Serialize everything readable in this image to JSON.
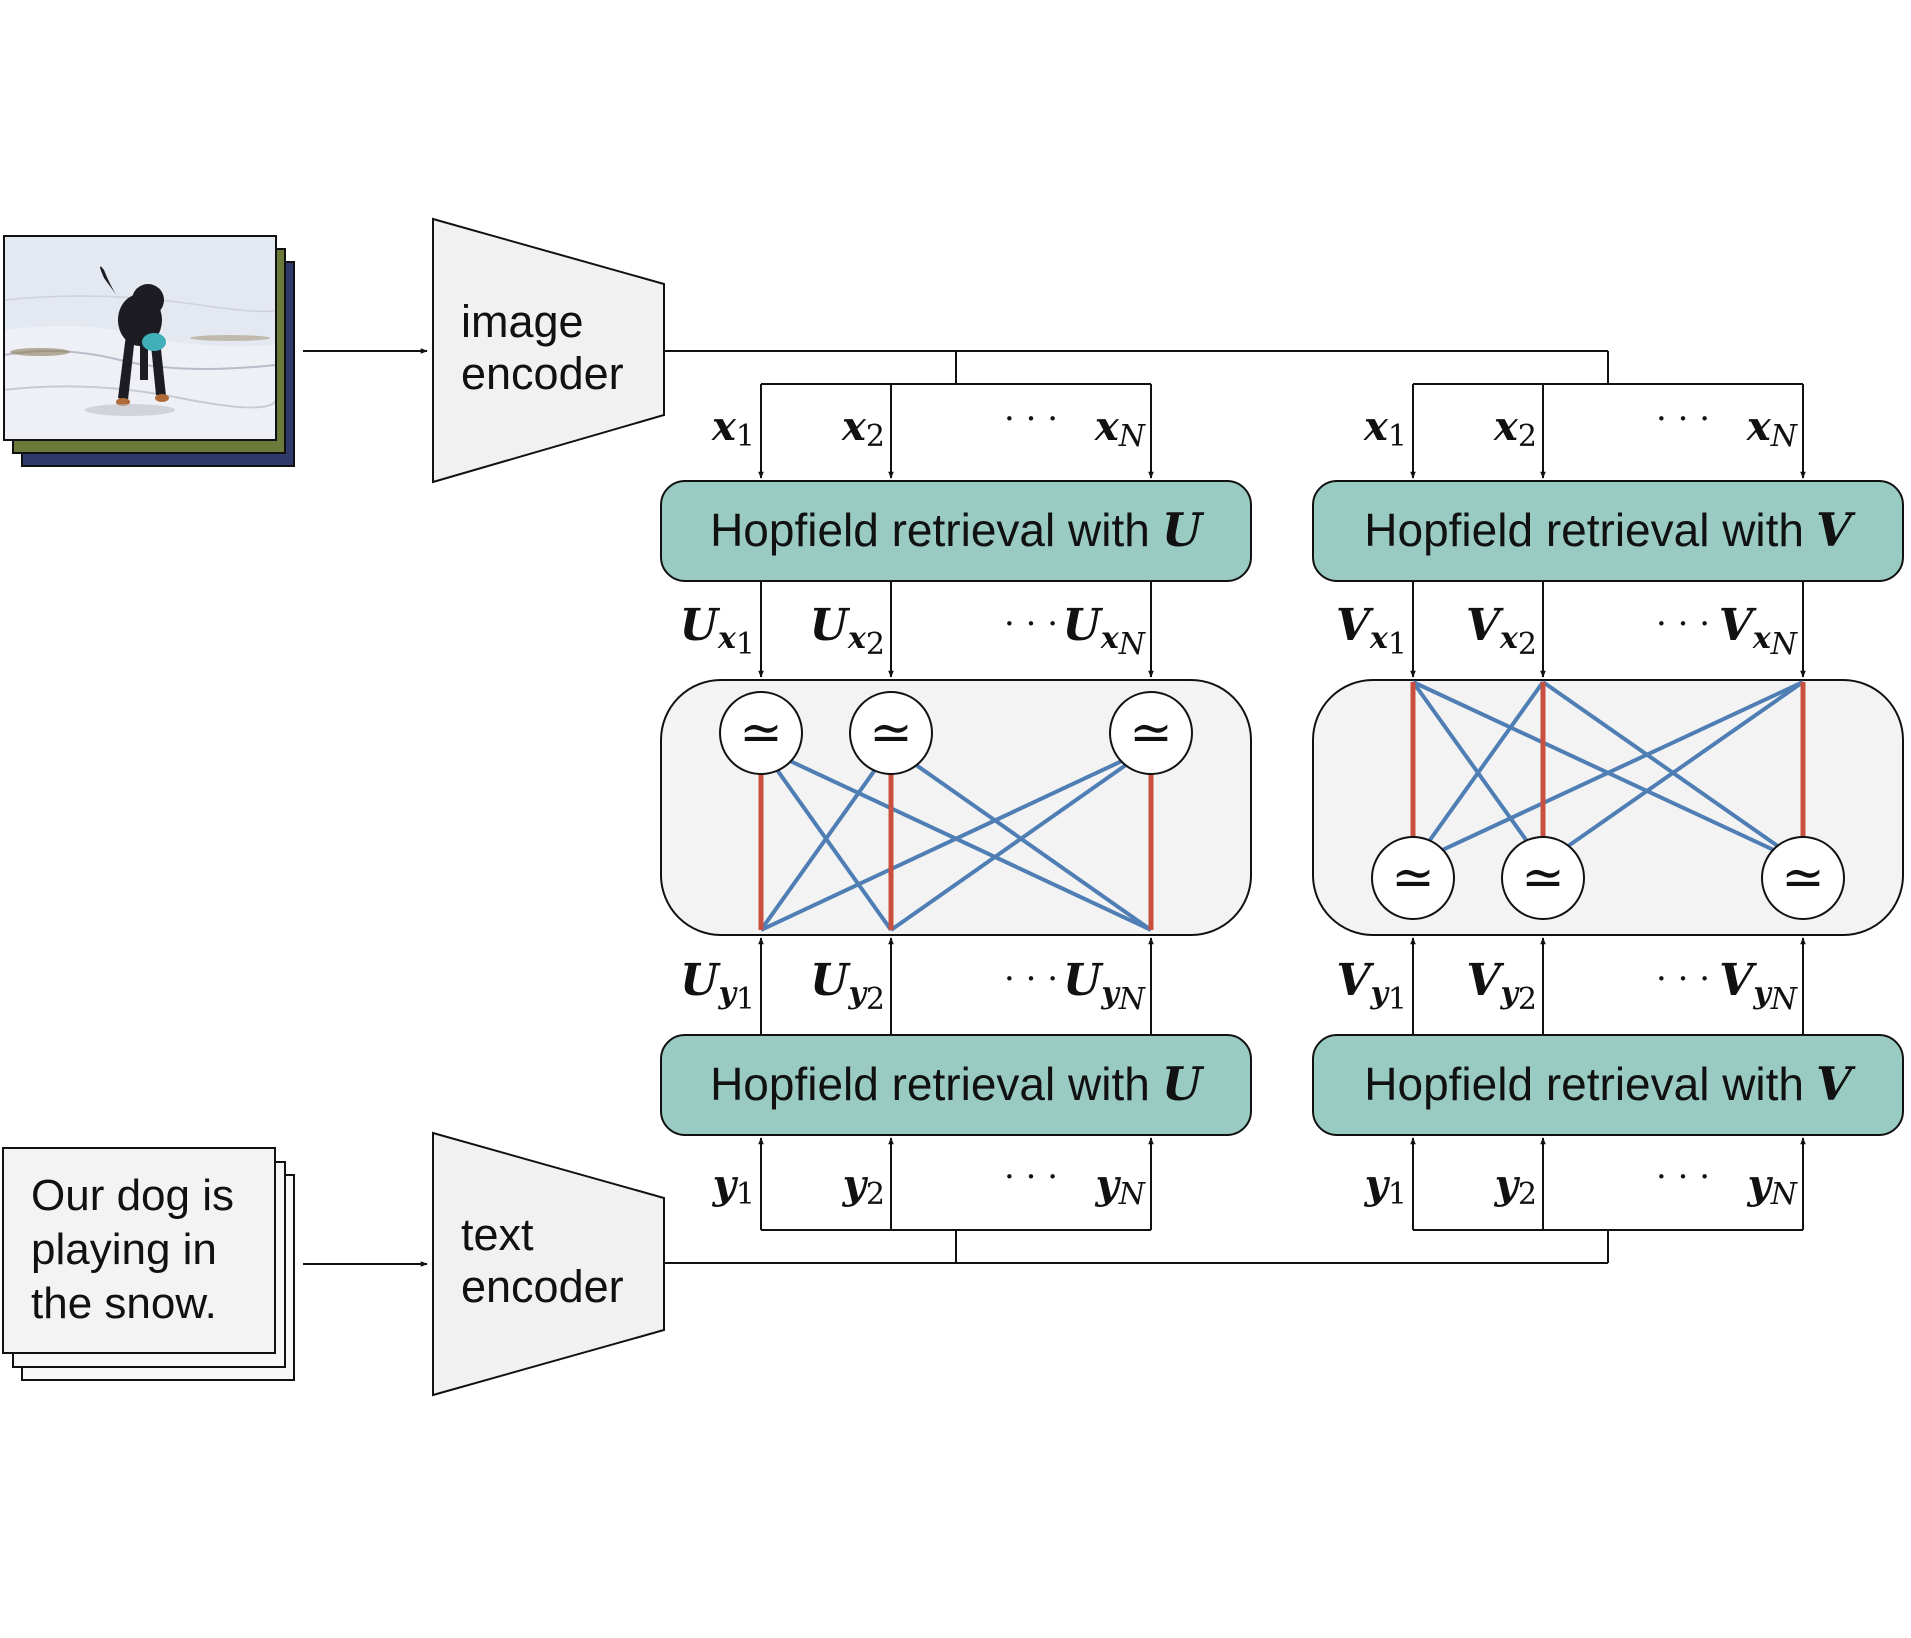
{
  "image_stack": {
    "icon": "dog-in-snow-photo",
    "colors": {
      "snow": "#e7eaf1",
      "dog": "#1c1c22",
      "toy": "#3fb0b8"
    }
  },
  "caption_stack": {
    "lines": [
      "Our dog is",
      "playing in",
      "the snow."
    ]
  },
  "image_encoder": {
    "line1": "image",
    "line2": "encoder"
  },
  "text_encoder": {
    "line1": "text",
    "line2": "encoder"
  },
  "hopfield": {
    "label": "Hopfield retrieval with",
    "u_symbol": "U",
    "v_symbol": "V"
  },
  "symbols": {
    "x": "x",
    "y": "y",
    "U": "U",
    "V": "V",
    "sub1": "1",
    "sub2": "2",
    "subN": "N",
    "dots": "· · ·",
    "approx": "≃"
  },
  "colors": {
    "hopfield_fill": "#99cbc3",
    "block_fill": "#f3f3f3",
    "red_edge": "#c9503f",
    "blue_edge": "#4f7eb5",
    "stroke": "#111111"
  }
}
